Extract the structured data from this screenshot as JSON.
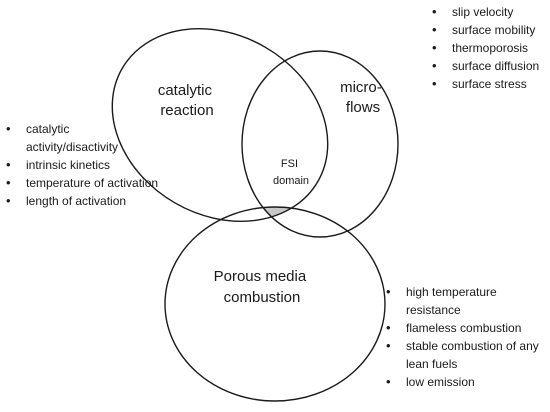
{
  "circles": {
    "catalytic_reaction": [
      "catalytic",
      "reaction"
    ],
    "micro_flows": [
      "micro-",
      "flows"
    ],
    "porous_media_combustion": [
      "Porous media",
      "combustion"
    ]
  },
  "center": [
    "FSI",
    "domain"
  ],
  "colors": {
    "overlap_fill": "#c8c8c8",
    "stroke": "#1a1a1a"
  },
  "lists": {
    "micro_flows": [
      "slip velocity",
      "surface mobility",
      "thermoporosis",
      "surface diffusion",
      "surface stress"
    ],
    "catalytic_reaction": [
      "catalytic activity/disactivity",
      "intrinsic kinetics",
      "temperature of activation",
      "length of activation"
    ],
    "porous_media_combustion": [
      "high temperature resistance",
      "flameless combustion",
      "stable combustion of any lean fuels",
      "low emission"
    ]
  }
}
